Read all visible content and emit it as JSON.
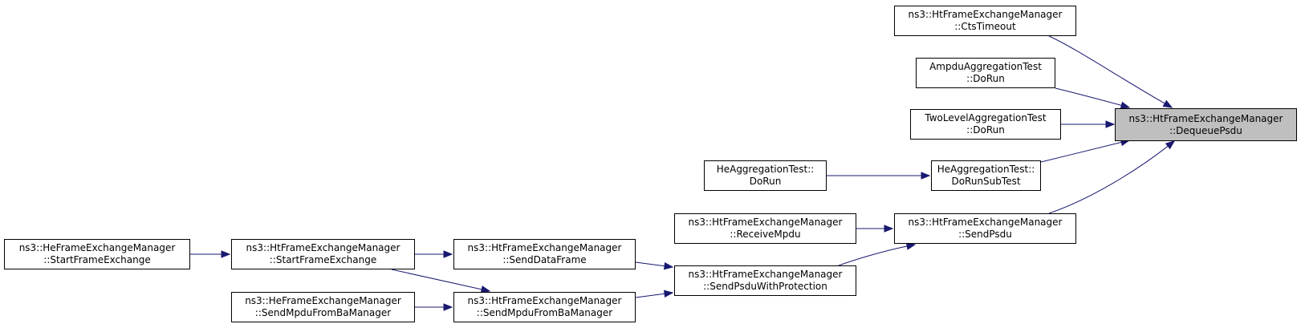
{
  "colors": {
    "edge": "#191970",
    "focus_fill": "#bfbfbf",
    "border": "#000000"
  },
  "nodes": {
    "deque_psdu": {
      "line1": "ns3::HtFrameExchangeManager",
      "line2": "::DequeuePsdu"
    },
    "cts_timeout": {
      "line1": "ns3::HtFrameExchangeManager",
      "line2": "::CtsTimeout"
    },
    "ampdu_dorun": {
      "line1": "AmpduAggregationTest",
      "line2": "::DoRun"
    },
    "twolevel_dorun": {
      "line1": "TwoLevelAggregationTest",
      "line2": "::DoRun"
    },
    "he_dorunsubtest": {
      "line1": "HeAggregationTest::",
      "line2": "DoRunSubTest"
    },
    "he_dorun": {
      "line1": "HeAggregationTest::",
      "line2": "DoRun"
    },
    "send_psdu": {
      "line1": "ns3::HtFrameExchangeManager",
      "line2": "::SendPsdu"
    },
    "receive_mpdu": {
      "line1": "ns3::HtFrameExchangeManager",
      "line2": "::ReceiveMpdu"
    },
    "send_psdu_prot": {
      "line1": "ns3::HtFrameExchangeManager",
      "line2": "::SendPsduWithProtection"
    },
    "send_data_frame": {
      "line1": "ns3::HtFrameExchangeManager",
      "line2": "::SendDataFrame"
    },
    "ht_send_mpdu_ba": {
      "line1": "ns3::HtFrameExchangeManager",
      "line2": "::SendMpduFromBaManager"
    },
    "ht_start_fe": {
      "line1": "ns3::HtFrameExchangeManager",
      "line2": "::StartFrameExchange"
    },
    "he_send_mpdu_ba": {
      "line1": "ns3::HeFrameExchangeManager",
      "line2": "::SendMpduFromBaManager"
    },
    "he_start_fe": {
      "line1": "ns3::HeFrameExchangeManager",
      "line2": "::StartFrameExchange"
    }
  },
  "edges": [
    {
      "from": "cts_timeout",
      "to": "deque_psdu"
    },
    {
      "from": "ampdu_dorun",
      "to": "deque_psdu"
    },
    {
      "from": "twolevel_dorun",
      "to": "deque_psdu"
    },
    {
      "from": "he_dorunsubtest",
      "to": "deque_psdu"
    },
    {
      "from": "send_psdu",
      "to": "deque_psdu"
    },
    {
      "from": "he_dorun",
      "to": "he_dorunsubtest"
    },
    {
      "from": "receive_mpdu",
      "to": "send_psdu"
    },
    {
      "from": "send_psdu_prot",
      "to": "send_psdu"
    },
    {
      "from": "send_data_frame",
      "to": "send_psdu_prot"
    },
    {
      "from": "ht_send_mpdu_ba",
      "to": "send_psdu_prot"
    },
    {
      "from": "ht_start_fe",
      "to": "send_data_frame"
    },
    {
      "from": "ht_start_fe",
      "to": "ht_send_mpdu_ba"
    },
    {
      "from": "he_send_mpdu_ba",
      "to": "ht_send_mpdu_ba"
    },
    {
      "from": "he_start_fe",
      "to": "ht_start_fe"
    }
  ]
}
